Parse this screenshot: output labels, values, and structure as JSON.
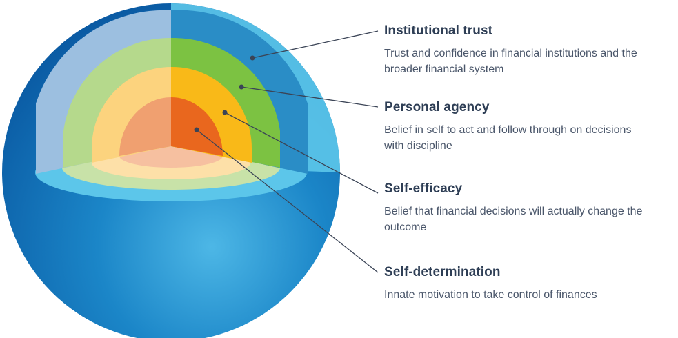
{
  "colors": {
    "sphere_dark": "#0a5fa8",
    "sphere_light": "#3aaee0",
    "outer_cut": "#5cc6ea",
    "layer_blue_light": "#9cbfe0",
    "layer_blue_dark": "#2a8dc6",
    "layer_green_light": "#b5d98c",
    "layer_green_dark": "#7cc242",
    "layer_yellow_light": "#fcd37e",
    "layer_yellow_dark": "#f9b918",
    "layer_orange_light": "#f0a070",
    "layer_orange_dark": "#e9671e",
    "leader_line": "#3b4456"
  },
  "layers": [
    {
      "title": "Institutional trust",
      "description": "Trust and confidence in financial institutions and the broader financial system"
    },
    {
      "title": "Personal agency",
      "description": "Belief in self to act and follow through on decisions with discipline"
    },
    {
      "title": "Self-efficacy",
      "description": "Belief that financial decisions will actually change the outcome"
    },
    {
      "title": "Self-determination",
      "description": "Innate motivation to take control of finances"
    }
  ]
}
